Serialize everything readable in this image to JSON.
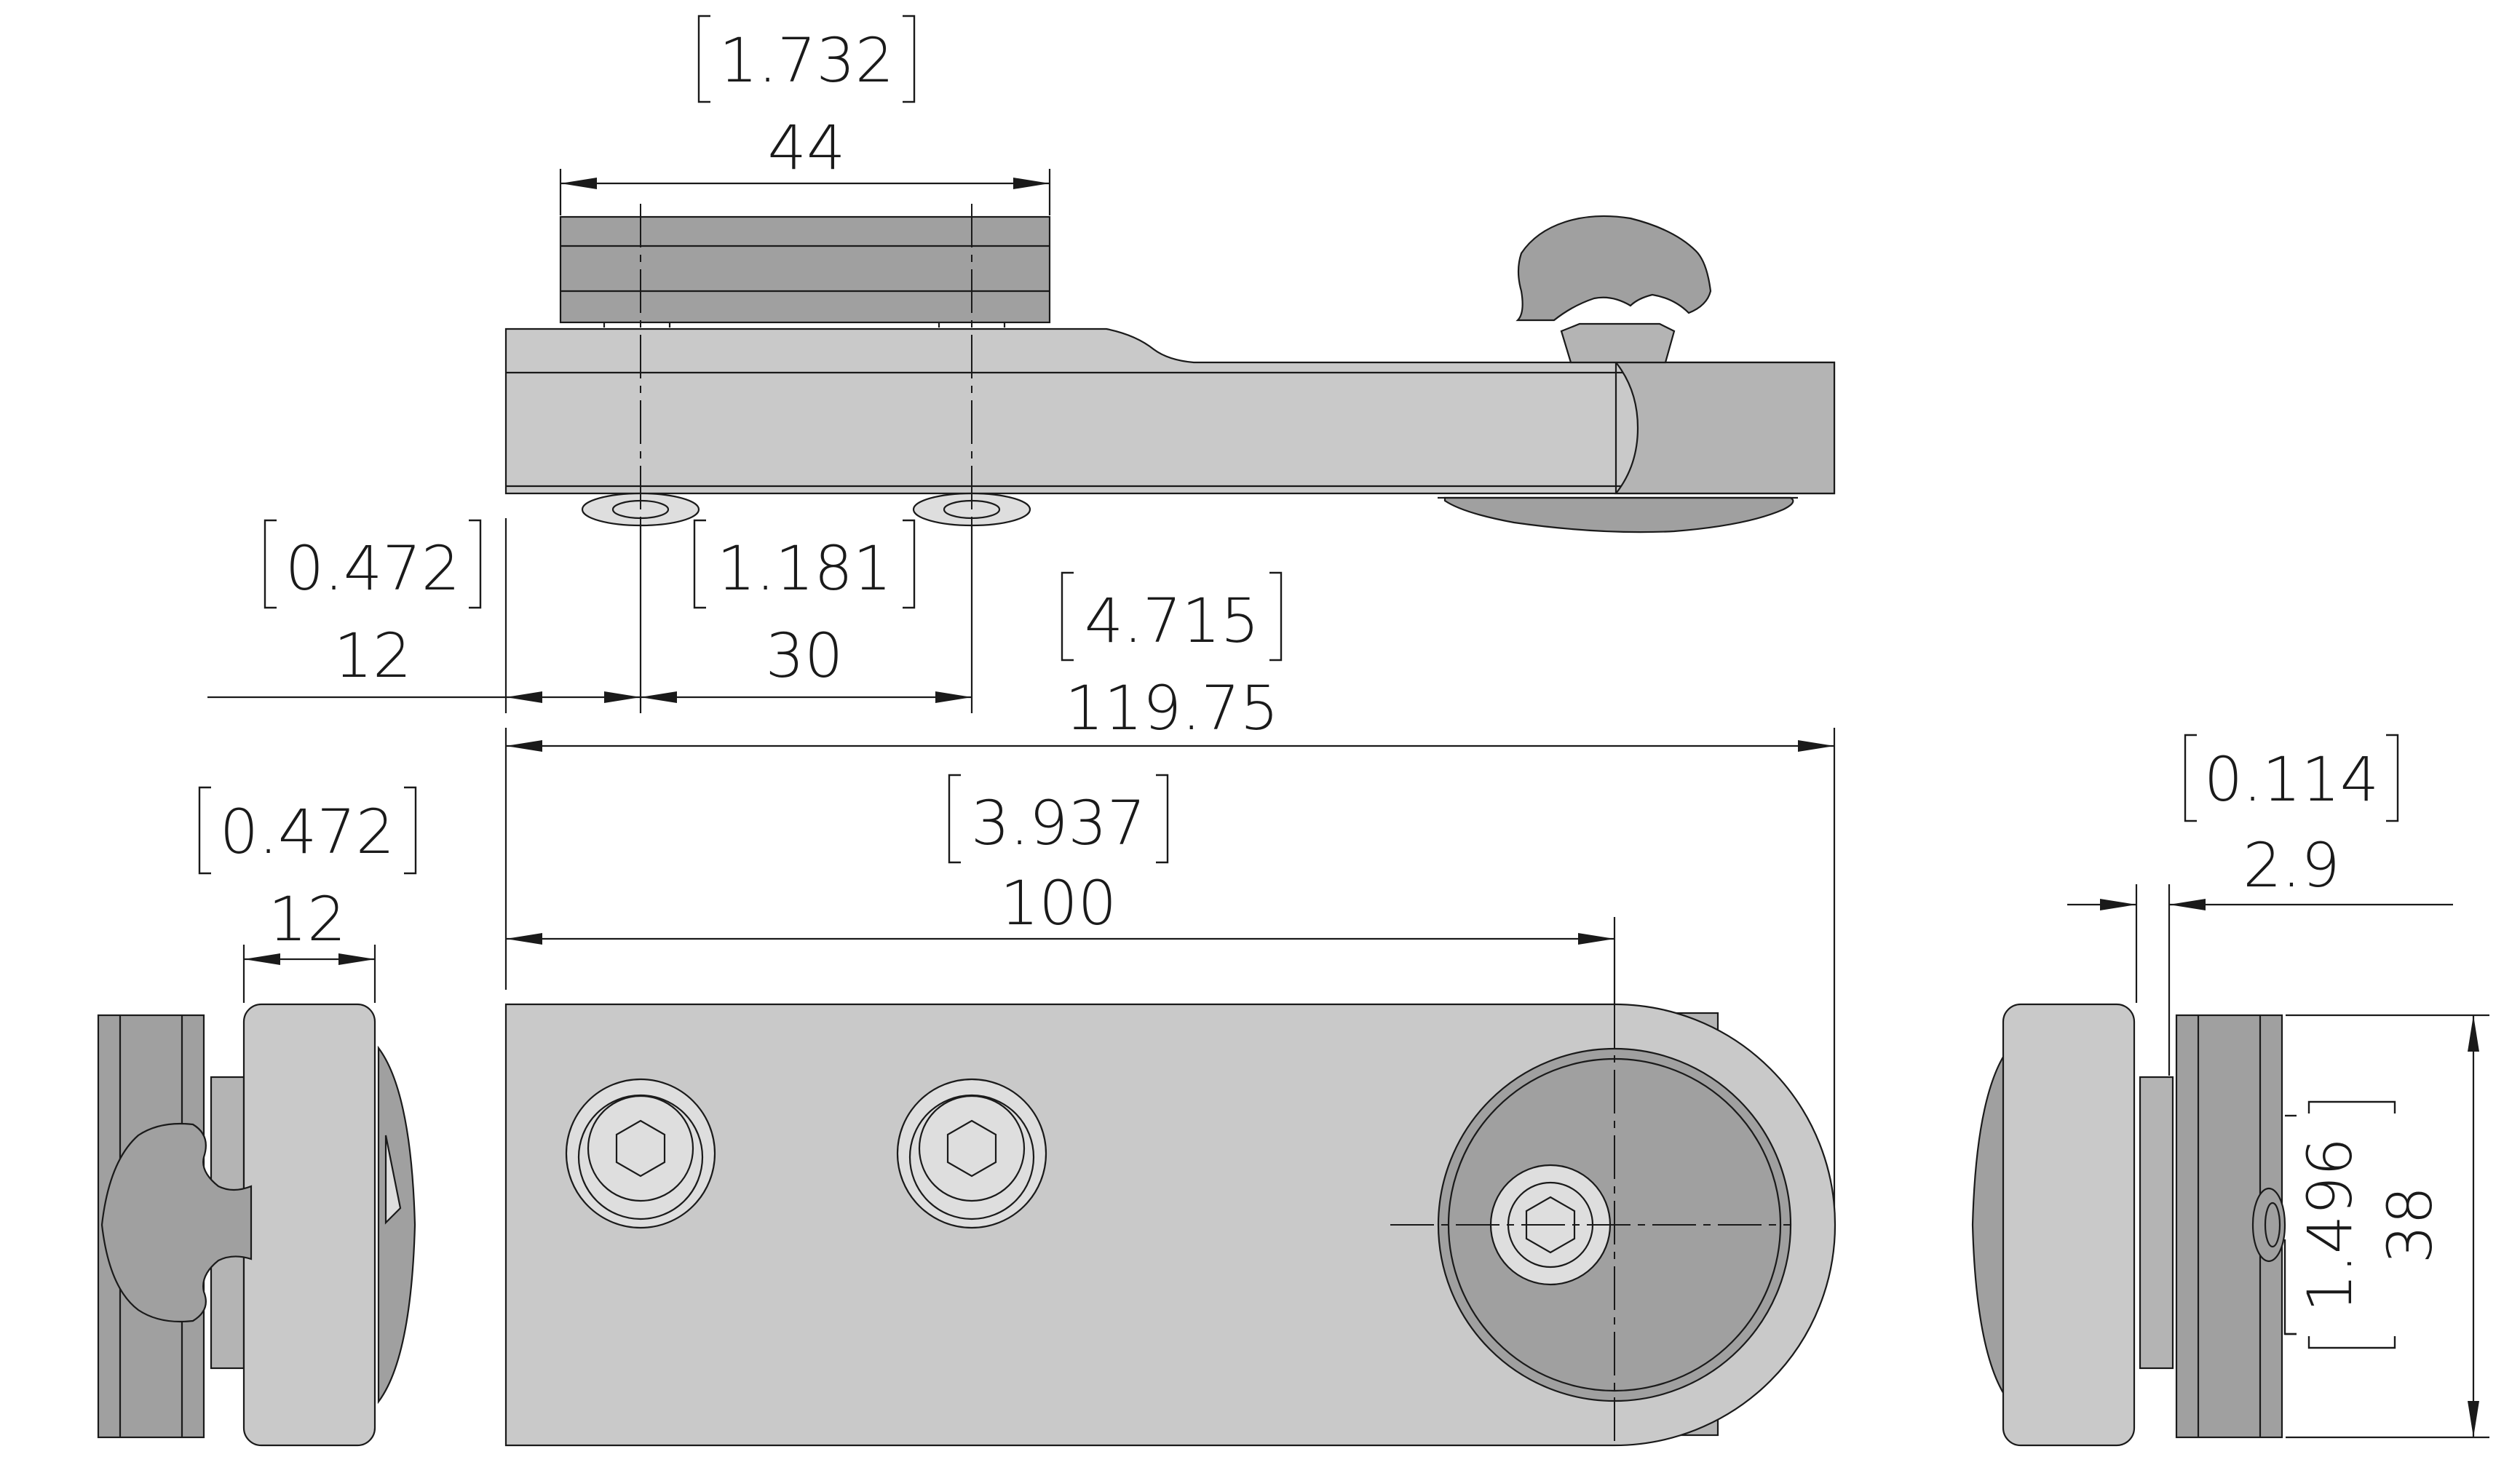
{
  "dimensions": {
    "width_44": {
      "inch": "1.732",
      "mm": "44"
    },
    "offset_12_top": {
      "inch": "0.472",
      "mm": "12"
    },
    "spacing_30": {
      "inch": "1.181",
      "mm": "30"
    },
    "overall_119": {
      "inch": "4.715",
      "mm": "119.75"
    },
    "length_100": {
      "inch": "3.937",
      "mm": "100"
    },
    "width_12_side": {
      "inch": "0.472",
      "mm": "12"
    },
    "gap_2_9": {
      "inch": "0.114",
      "mm": "2.9"
    },
    "height_38": {
      "inch": "1.496",
      "mm": "38"
    }
  },
  "colors": {
    "body": "#c9c9c9",
    "dark": "#a0a0a0",
    "line": "#1a1a1a"
  }
}
